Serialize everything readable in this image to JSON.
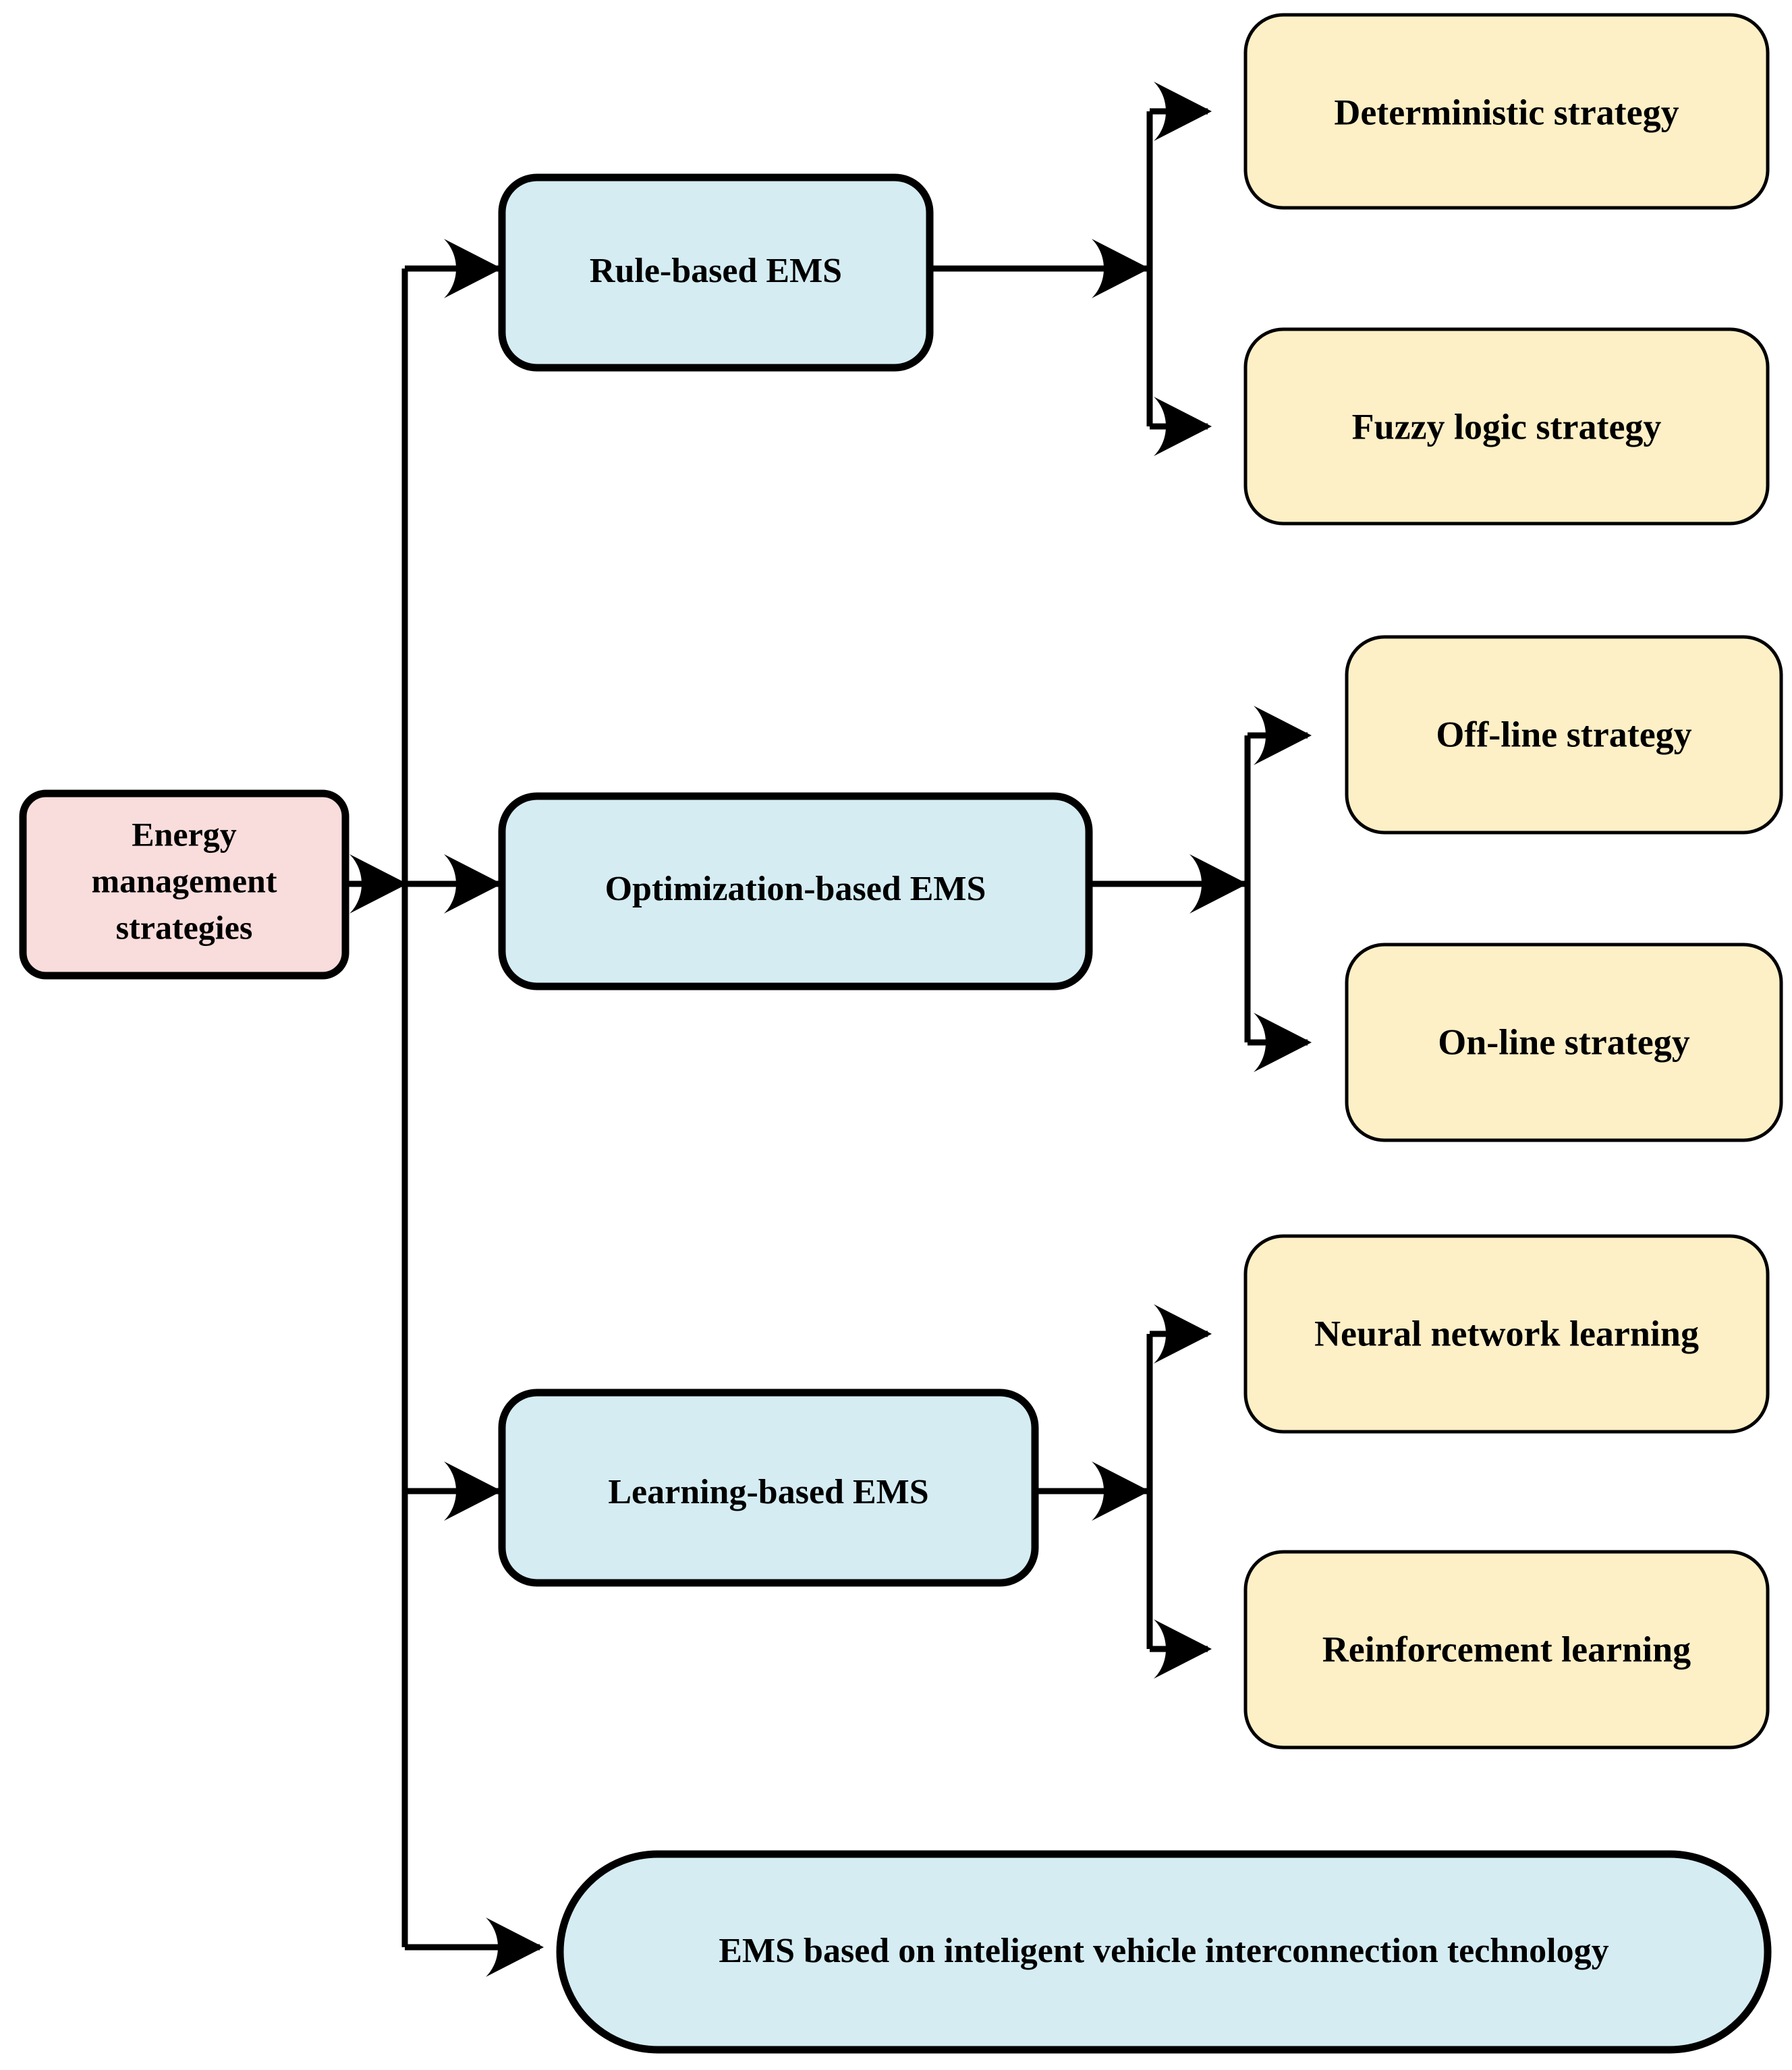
{
  "diagram": {
    "title": "Energy management strategies taxonomy",
    "colors": {
      "root_fill": "#f9dcdc",
      "level1_fill": "#d4ecf2",
      "level2_fill": "#fdefc6",
      "stroke": "#000000",
      "background": "#ffffff"
    },
    "root": {
      "id": "energy-management-strategies",
      "lines": [
        "Energy",
        "management",
        "strategies"
      ],
      "text": "Energy management strategies"
    },
    "level1": [
      {
        "id": "rule-based-ems",
        "label": "Rule-based EMS"
      },
      {
        "id": "optimization-based-ems",
        "label": "Optimization-based EMS"
      },
      {
        "id": "learning-based-ems",
        "label": "Learning-based EMS"
      },
      {
        "id": "ems-intelligent-vehicle-interconnection",
        "label": "EMS based on inteligent vehicle interconnection technology"
      }
    ],
    "level2": {
      "rule-based-ems": [
        {
          "id": "deterministic-strategy",
          "label": "Deterministic strategy"
        },
        {
          "id": "fuzzy-logic-strategy",
          "label": "Fuzzy logic strategy"
        }
      ],
      "optimization-based-ems": [
        {
          "id": "off-line-strategy",
          "label": "Off-line strategy"
        },
        {
          "id": "on-line-strategy",
          "label": "On-line strategy"
        }
      ],
      "learning-based-ems": [
        {
          "id": "neural-network-learning",
          "label": "Neural network learning"
        },
        {
          "id": "reinforcement-learning",
          "label": "Reinforcement learning"
        }
      ]
    },
    "edges": [
      {
        "from": "energy-management-strategies",
        "to": "rule-based-ems"
      },
      {
        "from": "energy-management-strategies",
        "to": "optimization-based-ems"
      },
      {
        "from": "energy-management-strategies",
        "to": "learning-based-ems"
      },
      {
        "from": "energy-management-strategies",
        "to": "ems-intelligent-vehicle-interconnection"
      },
      {
        "from": "rule-based-ems",
        "to": "deterministic-strategy"
      },
      {
        "from": "rule-based-ems",
        "to": "fuzzy-logic-strategy"
      },
      {
        "from": "optimization-based-ems",
        "to": "off-line-strategy"
      },
      {
        "from": "optimization-based-ems",
        "to": "on-line-strategy"
      },
      {
        "from": "learning-based-ems",
        "to": "neural-network-learning"
      },
      {
        "from": "learning-based-ems",
        "to": "reinforcement-learning"
      }
    ]
  }
}
